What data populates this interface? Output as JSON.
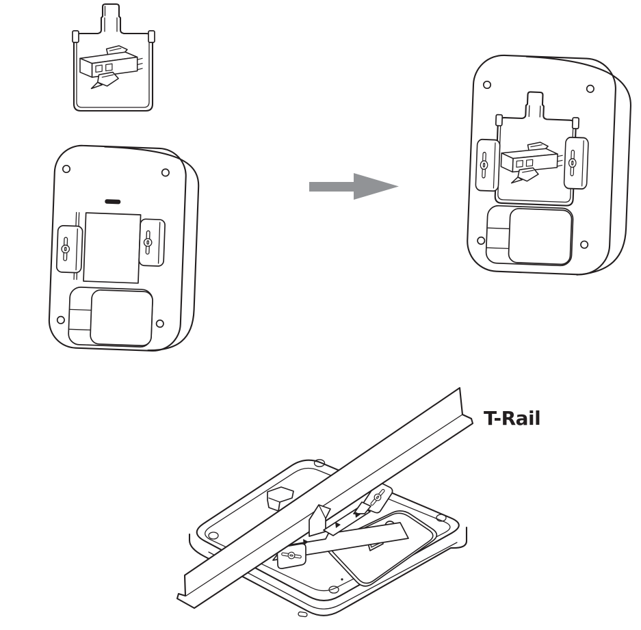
{
  "diagram": {
    "t_rail_label": "T-Rail",
    "arrow_color": "#919396",
    "line_color": "#231f20",
    "background_color": "#ffffff",
    "figures": [
      "t-rail-bracket",
      "access-point-rear-view",
      "access-point-rear-with-bracket-attached",
      "access-point-mounted-on-t-rail"
    ]
  }
}
